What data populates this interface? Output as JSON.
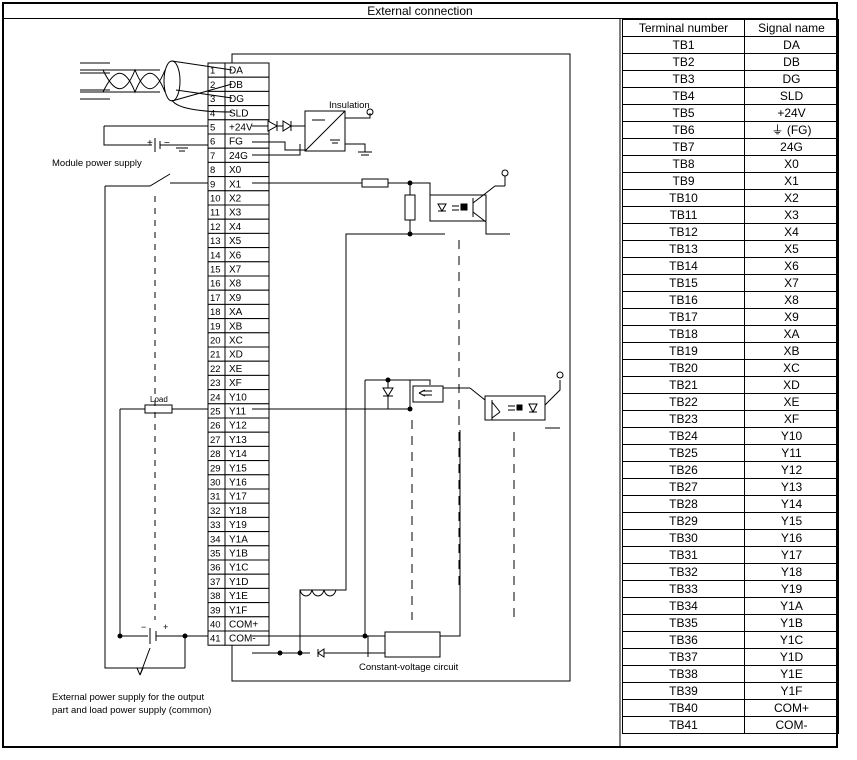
{
  "title": "External connection",
  "table": {
    "headers": [
      "Terminal number",
      "Signal name"
    ],
    "rows": [
      [
        "TB1",
        "DA"
      ],
      [
        "TB2",
        "DB"
      ],
      [
        "TB3",
        "DG"
      ],
      [
        "TB4",
        "SLD"
      ],
      [
        "TB5",
        "+24V"
      ],
      [
        "TB6",
        "(FG)"
      ],
      [
        "TB7",
        "24G"
      ],
      [
        "TB8",
        "X0"
      ],
      [
        "TB9",
        "X1"
      ],
      [
        "TB10",
        "X2"
      ],
      [
        "TB11",
        "X3"
      ],
      [
        "TB12",
        "X4"
      ],
      [
        "TB13",
        "X5"
      ],
      [
        "TB14",
        "X6"
      ],
      [
        "TB15",
        "X7"
      ],
      [
        "TB16",
        "X8"
      ],
      [
        "TB17",
        "X9"
      ],
      [
        "TB18",
        "XA"
      ],
      [
        "TB19",
        "XB"
      ],
      [
        "TB20",
        "XC"
      ],
      [
        "TB21",
        "XD"
      ],
      [
        "TB22",
        "XE"
      ],
      [
        "TB23",
        "XF"
      ],
      [
        "TB24",
        "Y10"
      ],
      [
        "TB25",
        "Y11"
      ],
      [
        "TB26",
        "Y12"
      ],
      [
        "TB27",
        "Y13"
      ],
      [
        "TB28",
        "Y14"
      ],
      [
        "TB29",
        "Y15"
      ],
      [
        "TB30",
        "Y16"
      ],
      [
        "TB31",
        "Y17"
      ],
      [
        "TB32",
        "Y18"
      ],
      [
        "TB33",
        "Y19"
      ],
      [
        "TB34",
        "Y1A"
      ],
      [
        "TB35",
        "Y1B"
      ],
      [
        "TB36",
        "Y1C"
      ],
      [
        "TB37",
        "Y1D"
      ],
      [
        "TB38",
        "Y1E"
      ],
      [
        "TB39",
        "Y1F"
      ],
      [
        "TB40",
        "COM+"
      ],
      [
        "TB41",
        "COM-"
      ]
    ]
  },
  "diagram": {
    "terminals": [
      [
        "1",
        "DA"
      ],
      [
        "2",
        "DB"
      ],
      [
        "3",
        "DG"
      ],
      [
        "4",
        "SLD"
      ],
      [
        "5",
        "+24V"
      ],
      [
        "6",
        "FG"
      ],
      [
        "7",
        "24G"
      ],
      [
        "8",
        "X0"
      ],
      [
        "9",
        "X1"
      ],
      [
        "10",
        "X2"
      ],
      [
        "11",
        "X3"
      ],
      [
        "12",
        "X4"
      ],
      [
        "13",
        "X5"
      ],
      [
        "14",
        "X6"
      ],
      [
        "15",
        "X7"
      ],
      [
        "16",
        "X8"
      ],
      [
        "17",
        "X9"
      ],
      [
        "18",
        "XA"
      ],
      [
        "19",
        "XB"
      ],
      [
        "20",
        "XC"
      ],
      [
        "21",
        "XD"
      ],
      [
        "22",
        "XE"
      ],
      [
        "23",
        "XF"
      ],
      [
        "24",
        "Y10"
      ],
      [
        "25",
        "Y11"
      ],
      [
        "26",
        "Y12"
      ],
      [
        "27",
        "Y13"
      ],
      [
        "28",
        "Y14"
      ],
      [
        "29",
        "Y15"
      ],
      [
        "30",
        "Y16"
      ],
      [
        "31",
        "Y17"
      ],
      [
        "32",
        "Y18"
      ],
      [
        "33",
        "Y19"
      ],
      [
        "34",
        "Y1A"
      ],
      [
        "35",
        "Y1B"
      ],
      [
        "36",
        "Y1C"
      ],
      [
        "37",
        "Y1D"
      ],
      [
        "38",
        "Y1E"
      ],
      [
        "39",
        "Y1F"
      ],
      [
        "40",
        "COM+"
      ],
      [
        "41",
        "COM-"
      ]
    ],
    "insulation_label": "Insulation",
    "module_power_label": "Module power supply",
    "load_label": "Load",
    "cv_label": "Constant-voltage circuit",
    "ext_supply_line1": "External power supply for the output",
    "ext_supply_line2": "part and load power supply (common)",
    "plus": "+",
    "minus": "−"
  }
}
